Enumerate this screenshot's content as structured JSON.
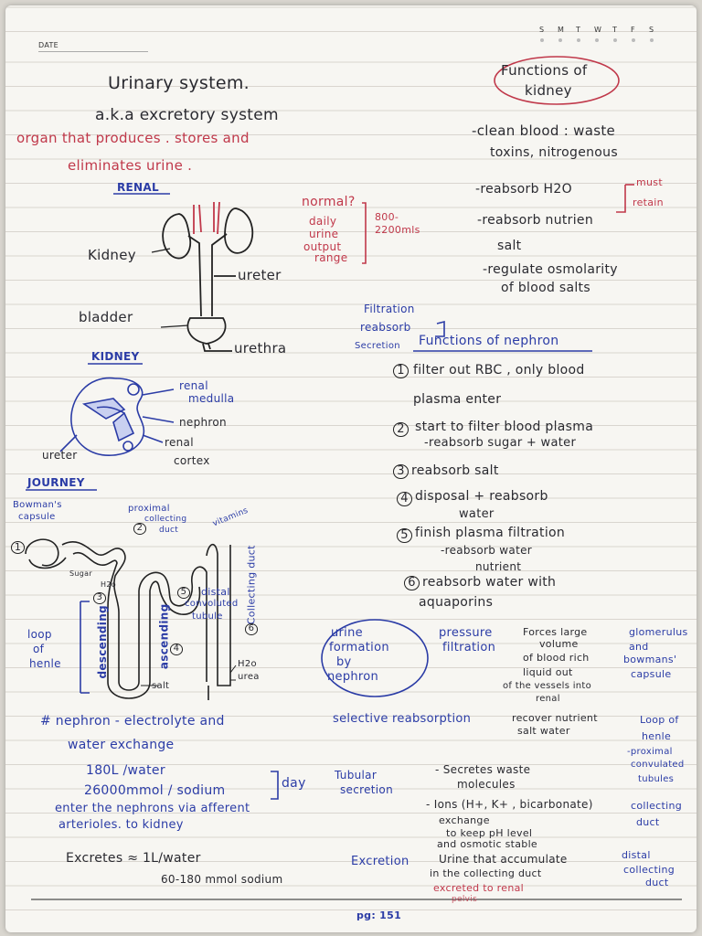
{
  "header": {
    "date_label": "DATE",
    "days": [
      "S",
      "M",
      "T",
      "W",
      "T",
      "F",
      "S"
    ]
  },
  "title": {
    "main": "Urinary system.",
    "aka": "a.k.a excretory system",
    "def1": "organ that produces . stores and",
    "def2": "eliminates urine ."
  },
  "renal": {
    "heading": "RENAL",
    "labels": {
      "kidney": "Kidney",
      "bladder": "bladder",
      "ureter": "ureter",
      "urethra": "urethra"
    },
    "normal": {
      "q": "normal?",
      "l1": "daily",
      "l2": "urine",
      "l3": "output",
      "l4": "range",
      "range1": "800-",
      "range2": "2200mls"
    }
  },
  "kidney_diagram": {
    "heading": "KIDNEY",
    "labels": {
      "medulla1": "renal",
      "medulla2": "medulla",
      "nephron": "nephron",
      "cortex1": "renal",
      "cortex2": "cortex",
      "ureter": "ureter"
    }
  },
  "journey": {
    "heading": "JOURNEY",
    "bowman1": "Bowman's",
    "bowman2": "capsule",
    "prox1": "proximal",
    "prox2": "collecting",
    "prox3": "duct",
    "vitamins": "vitamins",
    "sugar": "Sugar",
    "h2o_top": "H2o",
    "distal1": "distal",
    "distal2": "convoluted",
    "distal3": "tubule",
    "collecting": "Collecting duct",
    "descending": "descending",
    "ascending": "ascending",
    "loop1": "loop",
    "loop2": "of",
    "loop3": "henle",
    "salt": "salt",
    "h2o_bottom": "H2o",
    "urea": "urea",
    "n1": "1",
    "n2": "2",
    "n3": "3",
    "n4": "4",
    "n5": "5",
    "n6": "6"
  },
  "functions_kidney": {
    "heading1": "Functions of",
    "heading2": "kidney",
    "items": [
      "-clean blood : waste",
      "toxins, nitrogenous",
      "-reabsorb H2O",
      "-reabsorb nutrien",
      "salt",
      "-regulate osmolarity",
      "of blood salts"
    ],
    "must": "must",
    "retain": "retain"
  },
  "nephron_functions": {
    "side1": "Filtration",
    "side2": "reabsorb",
    "side3": "Secretion",
    "heading": "Functions of nephron",
    "items": [
      "filter out RBC , only blood",
      "plasma enter",
      "start to filter blood plasma",
      "-reabsorb sugar + water",
      "reabsorb salt",
      "disposal + reabsorb",
      "water",
      "finish plasma filtration",
      "-reabsorb water",
      "nutrient",
      "reabsorb water with",
      "aquaporins"
    ],
    "nums": [
      "1",
      "2",
      "3",
      "4",
      "5",
      "6"
    ]
  },
  "urine_formation": {
    "circle": [
      "urine",
      "formation",
      "by",
      "nephron"
    ],
    "pressure1": "pressure",
    "pressure2": "filtration",
    "forces": [
      "Forces large",
      "volume",
      "of blood rich",
      "liquid out",
      "of the vessels into",
      "renal"
    ],
    "glom": [
      "glomerulus",
      "and",
      "bowmans'",
      "capsule"
    ],
    "selective": "selective reabsorption",
    "recover1": "recover nutrient",
    "recover2": "salt water",
    "loop1": "Loop of",
    "loop2": "henle",
    "prox": [
      "-proximal",
      "convulated",
      "tubules"
    ],
    "tub1": "Tubular",
    "tub2": "secretion",
    "sec": [
      "- Secretes waste",
      "molecules",
      "- Ions (H+, K+ , bicarbonate)",
      "exchange",
      "to keep pH level",
      "and osmotic stable"
    ],
    "coll1": "collecting",
    "coll2": "duct",
    "excretion": "Excretion",
    "exc": [
      "Urine that accumulate",
      "in the collecting duct",
      "excreted to renal",
      "pelvis"
    ],
    "dist": [
      "distal",
      "collecting",
      "duct"
    ]
  },
  "nephron_note": {
    "line1": "# nephron - electrolyte and",
    "line2": "water exchange",
    "water": "180L /water",
    "sodium": "26000mmol / sodium",
    "day": "day",
    "enter1": "enter the nephrons via afferent",
    "enter2": "arterioles. to kidney",
    "exc1": "Excretes ≈ 1L/water",
    "exc2": "60-180 mmol sodium"
  },
  "page_number": "pg: 151"
}
